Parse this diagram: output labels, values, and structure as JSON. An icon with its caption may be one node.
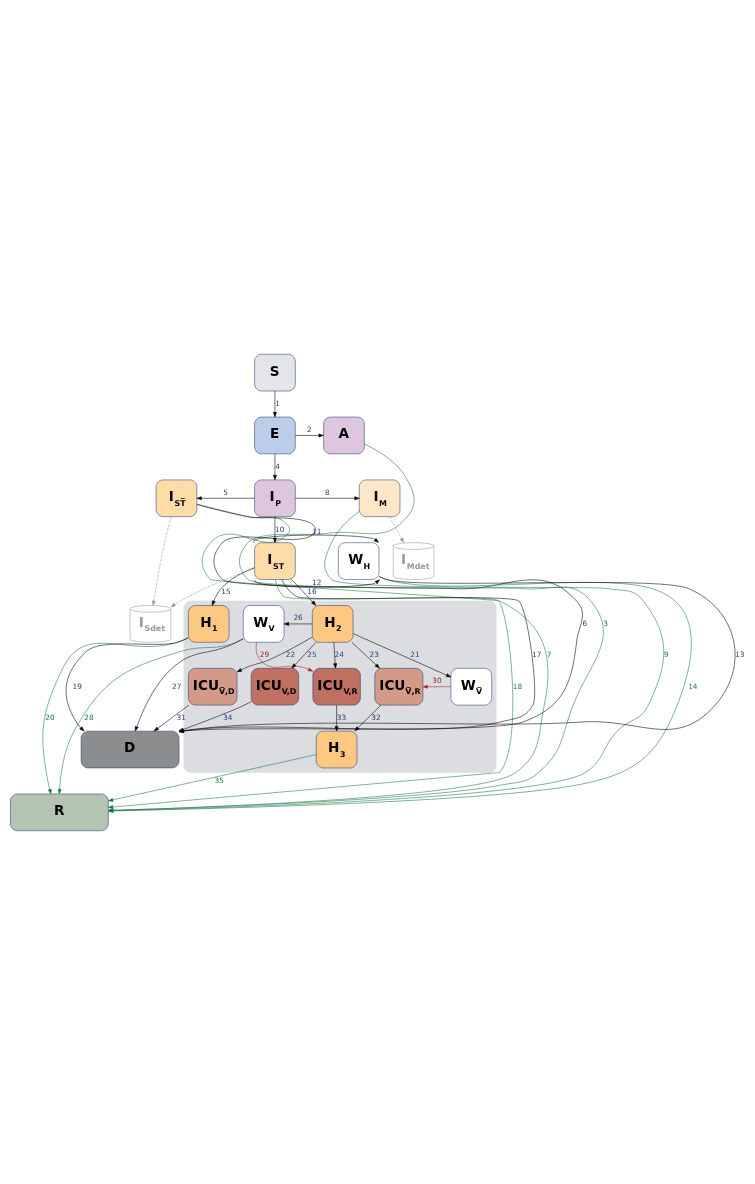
{
  "diagram": {
    "nodes": [
      {
        "text": [
          "S"
        ]
      },
      {
        "text": [
          "E"
        ]
      },
      {
        "text": [
          "A"
        ]
      },
      {
        "text": [
          "I$_{Mdet}$"
        ]
      },
      {
        "text": [
          "I$_{ST̅}$"
        ]
      },
      {
        "text": [
          "I$_{P}$"
        ]
      },
      {
        "text": [
          "I$_{M}$"
        ]
      },
      {
        "text": [
          "I$_{Sdet}$"
        ]
      },
      {
        "text": [
          "W$_{H}$"
        ]
      },
      {
        "text": [
          "I$_{ST}$"
        ]
      },
      {
        "text": [],
        "shape": "box"
      },
      {
        "text": [
          "H$_{1}$"
        ],
        "in": 10
      },
      {
        "text": [
          "H$_{2}$"
        ],
        "in": 10
      },
      {
        "text": [
          "W$_{V}$"
        ],
        "in": 10
      },
      {
        "text": [
          "W$_{V̅}$"
        ],
        "in": 10
      },
      {
        "text": [
          "ICU$_{V̅,D}$"
        ],
        "in": 10
      },
      {
        "text": [
          "ICU$_{V̅,R}$"
        ],
        "in": 10
      },
      {
        "text": [
          "ICU$_{V,R}$"
        ],
        "in": 10
      },
      {
        "text": [
          "ICU$_{V,D}$"
        ],
        "in": 10
      },
      {
        "text": [
          "H$_{3}$"
        ],
        "in": 10
      },
      {
        "text": [
          "R"
        ]
      },
      {
        "text": [
          "D"
        ]
      }
    ],
    "edges": [
      {
        "from": 0,
        "to": 1,
        "arrow": "to",
        "label": "1"
      },
      {
        "from": 1,
        "to": 2,
        "arrow": "to",
        "label": "2"
      },
      {
        "from": 2,
        "to": 20,
        "arrow": "to",
        "label": "3",
        "color": "#1a7a45"
      },
      {
        "from": 1,
        "to": 5,
        "arrow": "to",
        "label": "4"
      },
      {
        "from": 5,
        "to": 4,
        "arrow": "to",
        "label": "5"
      },
      {
        "from": 4,
        "to": 21,
        "arrow": "to",
        "label": "6"
      },
      {
        "from": 4,
        "to": 20,
        "arrow": "to",
        "label": "7",
        "color": "#1a7a45"
      },
      {
        "from": 5,
        "to": 6,
        "arrow": "to",
        "label": "8"
      },
      {
        "from": 6,
        "to": 20,
        "arrow": "to",
        "label": "9",
        "color": "#1a7a45"
      },
      {
        "from": 6,
        "to": 3,
        "arrow": "to",
        "style": "dashed",
        "color": "#9a9a9a"
      },
      {
        "from": 5,
        "to": 9,
        "arrow": "to",
        "label": "10"
      },
      {
        "from": 4,
        "to": 7,
        "arrow": "to",
        "style": "dashed",
        "color": "#9a9a9a"
      },
      {
        "from": 9,
        "to": 7,
        "arrow": "to",
        "style": "dashed",
        "color": "#9a9a9a"
      },
      {
        "from": 9,
        "to": 8,
        "arrow": "to",
        "label": "11"
      },
      {
        "from": 9,
        "to": 8,
        "arrow": "to",
        "label": "12"
      },
      {
        "from": 8,
        "to": 21,
        "arrow": "to",
        "label": "13"
      },
      {
        "from": 8,
        "to": 20,
        "arrow": "to",
        "label": "14",
        "color": "#1a7a45"
      },
      {
        "from": 9,
        "to": 11,
        "arrow": "to",
        "label": "15"
      },
      {
        "from": 9,
        "to": 12,
        "arrow": "to",
        "label": "16"
      },
      {
        "from": 9,
        "to": 21,
        "arrow": "to",
        "label": "17"
      },
      {
        "from": 9,
        "to": 20,
        "arrow": "to",
        "label": "18",
        "color": "#1a7a45"
      },
      {
        "from": 11,
        "to": 21,
        "arrow": "to",
        "label": "19"
      },
      {
        "from": 11,
        "to": 20,
        "arrow": "to",
        "label": "20",
        "color": "#1a7a45"
      },
      {
        "from": 12,
        "to": 14,
        "arrow": "to",
        "label": "21"
      },
      {
        "from": 12,
        "to": 15,
        "arrow": "to",
        "label": "22"
      },
      {
        "from": 12,
        "to": 16,
        "arrow": "to",
        "label": "23"
      },
      {
        "from": 12,
        "to": 17,
        "arrow": "to",
        "label": "24"
      },
      {
        "from": 12,
        "to": 18,
        "arrow": "to",
        "label": "25"
      },
      {
        "from": 12,
        "to": 13,
        "arrow": "to",
        "label": "26"
      },
      {
        "from": 13,
        "to": 21,
        "arrow": "to",
        "label": "27"
      },
      {
        "from": 13,
        "to": 20,
        "arrow": "to",
        "label": "28",
        "color": "#1a7a45"
      },
      {
        "from": 13,
        "to": 17,
        "arrow": "to",
        "label": "29",
        "color": "#a3262a"
      },
      {
        "from": 14,
        "to": 16,
        "arrow": "to",
        "label": "30",
        "color": "#a3262a"
      },
      {
        "from": 15,
        "to": 21,
        "arrow": "to",
        "label": "31"
      },
      {
        "from": 16,
        "to": 19,
        "arrow": "to",
        "label": "32"
      },
      {
        "from": 17,
        "to": 19,
        "arrow": "to",
        "label": "33"
      },
      {
        "from": 18,
        "to": 21,
        "arrow": "to",
        "label": "34"
      },
      {
        "from": 19,
        "to": 20,
        "arrow": "to",
        "label": "35",
        "color": "#1a7a45"
      }
    ]
  }
}
